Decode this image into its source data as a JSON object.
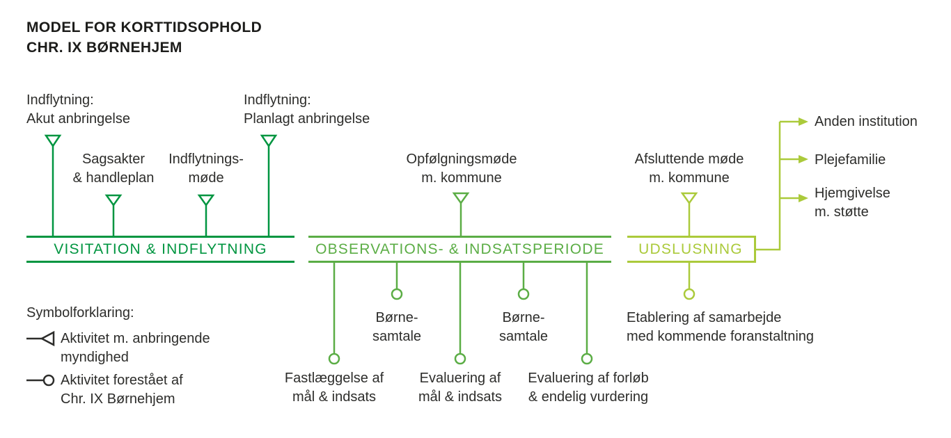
{
  "title": {
    "text": "MODEL FOR KORTTIDSOPHOLD\nCHR. IX BØRNEHJEM"
  },
  "colors": {
    "phase1": "#009540",
    "phase2": "#5bad45",
    "phase3": "#abca3b",
    "ink": "#2d2d2b",
    "title": "#1c1c1a"
  },
  "phases": [
    {
      "label": "VISITATION & INDFLYTNING"
    },
    {
      "label": "OBSERVATIONS- & INDSATSPERIODE"
    },
    {
      "label": "UDSLUSNING"
    }
  ],
  "top_events": [
    {
      "text": "Indflytning:\nAkut anbringelse"
    },
    {
      "text": "Sagsakter\n& handleplan"
    },
    {
      "text": "Indflytnings-\nmøde"
    },
    {
      "text": "Indflytning:\nPlanlagt anbringelse"
    },
    {
      "text": "Opfølgningsmøde\nm. kommune"
    },
    {
      "text": "Afsluttende møde\nm. kommune"
    }
  ],
  "bottom_events": [
    {
      "text": "Fastlæggelse af\nmål & indsats"
    },
    {
      "text": "Børne-\nsamtale"
    },
    {
      "text": "Evaluering af\nmål & indsats"
    },
    {
      "text": "Børne-\nsamtale"
    },
    {
      "text": "Evaluering af forløb\n& endelig vurdering"
    },
    {
      "text": "Etablering af samarbejde\nmed kommende foranstaltning"
    }
  ],
  "outcomes": [
    {
      "text": "Anden institution"
    },
    {
      "text": "Plejefamilie"
    },
    {
      "text": "Hjemgivelse\nm. støtte"
    }
  ],
  "legend": {
    "heading": "Symbolforklaring:",
    "items": [
      {
        "icon": "flag-icon",
        "text": "Aktivitet m. anbringende\nmyndighed"
      },
      {
        "icon": "circle-icon",
        "text": "Aktivitet forestået af\nChr. IX Børnehjem"
      }
    ]
  }
}
